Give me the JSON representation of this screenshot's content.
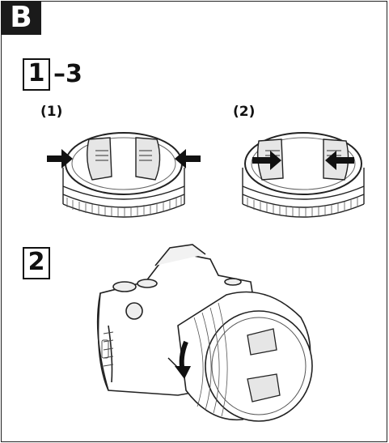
{
  "section": {
    "badge": "B"
  },
  "steps": [
    {
      "number": "1",
      "suffix": "–3"
    },
    {
      "number": "2"
    }
  ],
  "sub_steps": [
    {
      "label": "(1)"
    },
    {
      "label": "(2)"
    }
  ],
  "figures": {
    "cap_squeeze_outer": {
      "icon": "lens-cap-pinch-outer-tabs-illustration"
    },
    "cap_squeeze_inner": {
      "icon": "lens-cap-pinch-inner-tabs-illustration"
    },
    "camera_lens": {
      "icon": "camera-with-lens-rotate-illustration"
    }
  }
}
